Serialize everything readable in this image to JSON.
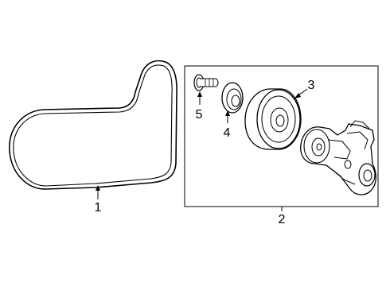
{
  "diagram": {
    "callouts": {
      "belt": "1",
      "tensioner_assembly": "2",
      "idler_pulley": "3",
      "dust_cover": "4",
      "bolt": "5"
    },
    "colors": {
      "line": "#000000",
      "background": "#ffffff"
    }
  }
}
